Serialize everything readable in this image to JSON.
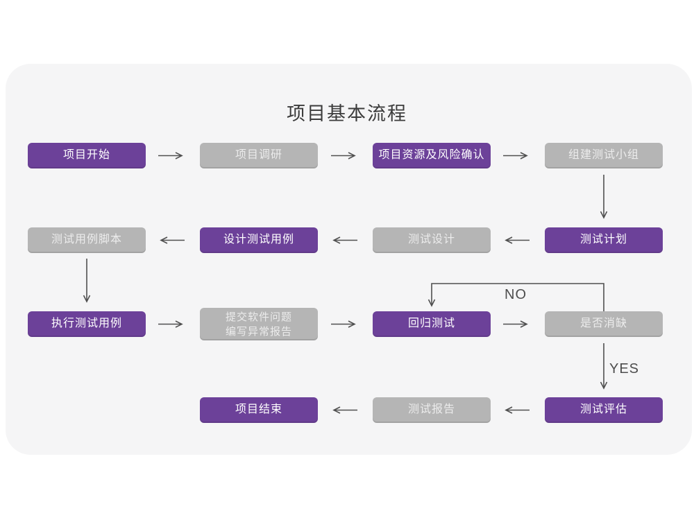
{
  "title": "项目基本流程",
  "decision_labels": {
    "no": "NO",
    "yes": "YES"
  },
  "colors": {
    "primary_purple": "#6c4199",
    "node_gray": "#b5b5b5",
    "card_background": "#f5f5f6",
    "arrow": "#4f4f4f",
    "title_text": "#3b3b3b",
    "node_text_on_purple": "#ffffff",
    "node_text_on_gray": "#ececec"
  },
  "nodes": {
    "project_start": {
      "label": "项目开始",
      "type": "purple"
    },
    "project_research": {
      "label": "项目调研",
      "type": "gray"
    },
    "resource_risk_confirm": {
      "label": "项目资源及风险确认",
      "type": "purple"
    },
    "build_test_team": {
      "label": "组建测试小组",
      "type": "gray"
    },
    "test_plan": {
      "label": "测试计划",
      "type": "purple"
    },
    "test_design": {
      "label": "测试设计",
      "type": "gray"
    },
    "design_test_cases": {
      "label": "设计测试用例",
      "type": "purple"
    },
    "test_case_script": {
      "label": "测试用例脚本",
      "type": "gray"
    },
    "execute_test_cases": {
      "label": "执行测试用例",
      "type": "purple"
    },
    "submit_issue_report": {
      "label": "提交软件问题\n编写异常报告",
      "type": "gray"
    },
    "regression_test": {
      "label": "回归测试",
      "type": "purple"
    },
    "defect_cleared": {
      "label": "是否消缺",
      "type": "gray"
    },
    "test_evaluation": {
      "label": "测试评估",
      "type": "purple"
    },
    "test_report": {
      "label": "测试报告",
      "type": "gray"
    },
    "project_end": {
      "label": "项目结束",
      "type": "purple"
    }
  }
}
